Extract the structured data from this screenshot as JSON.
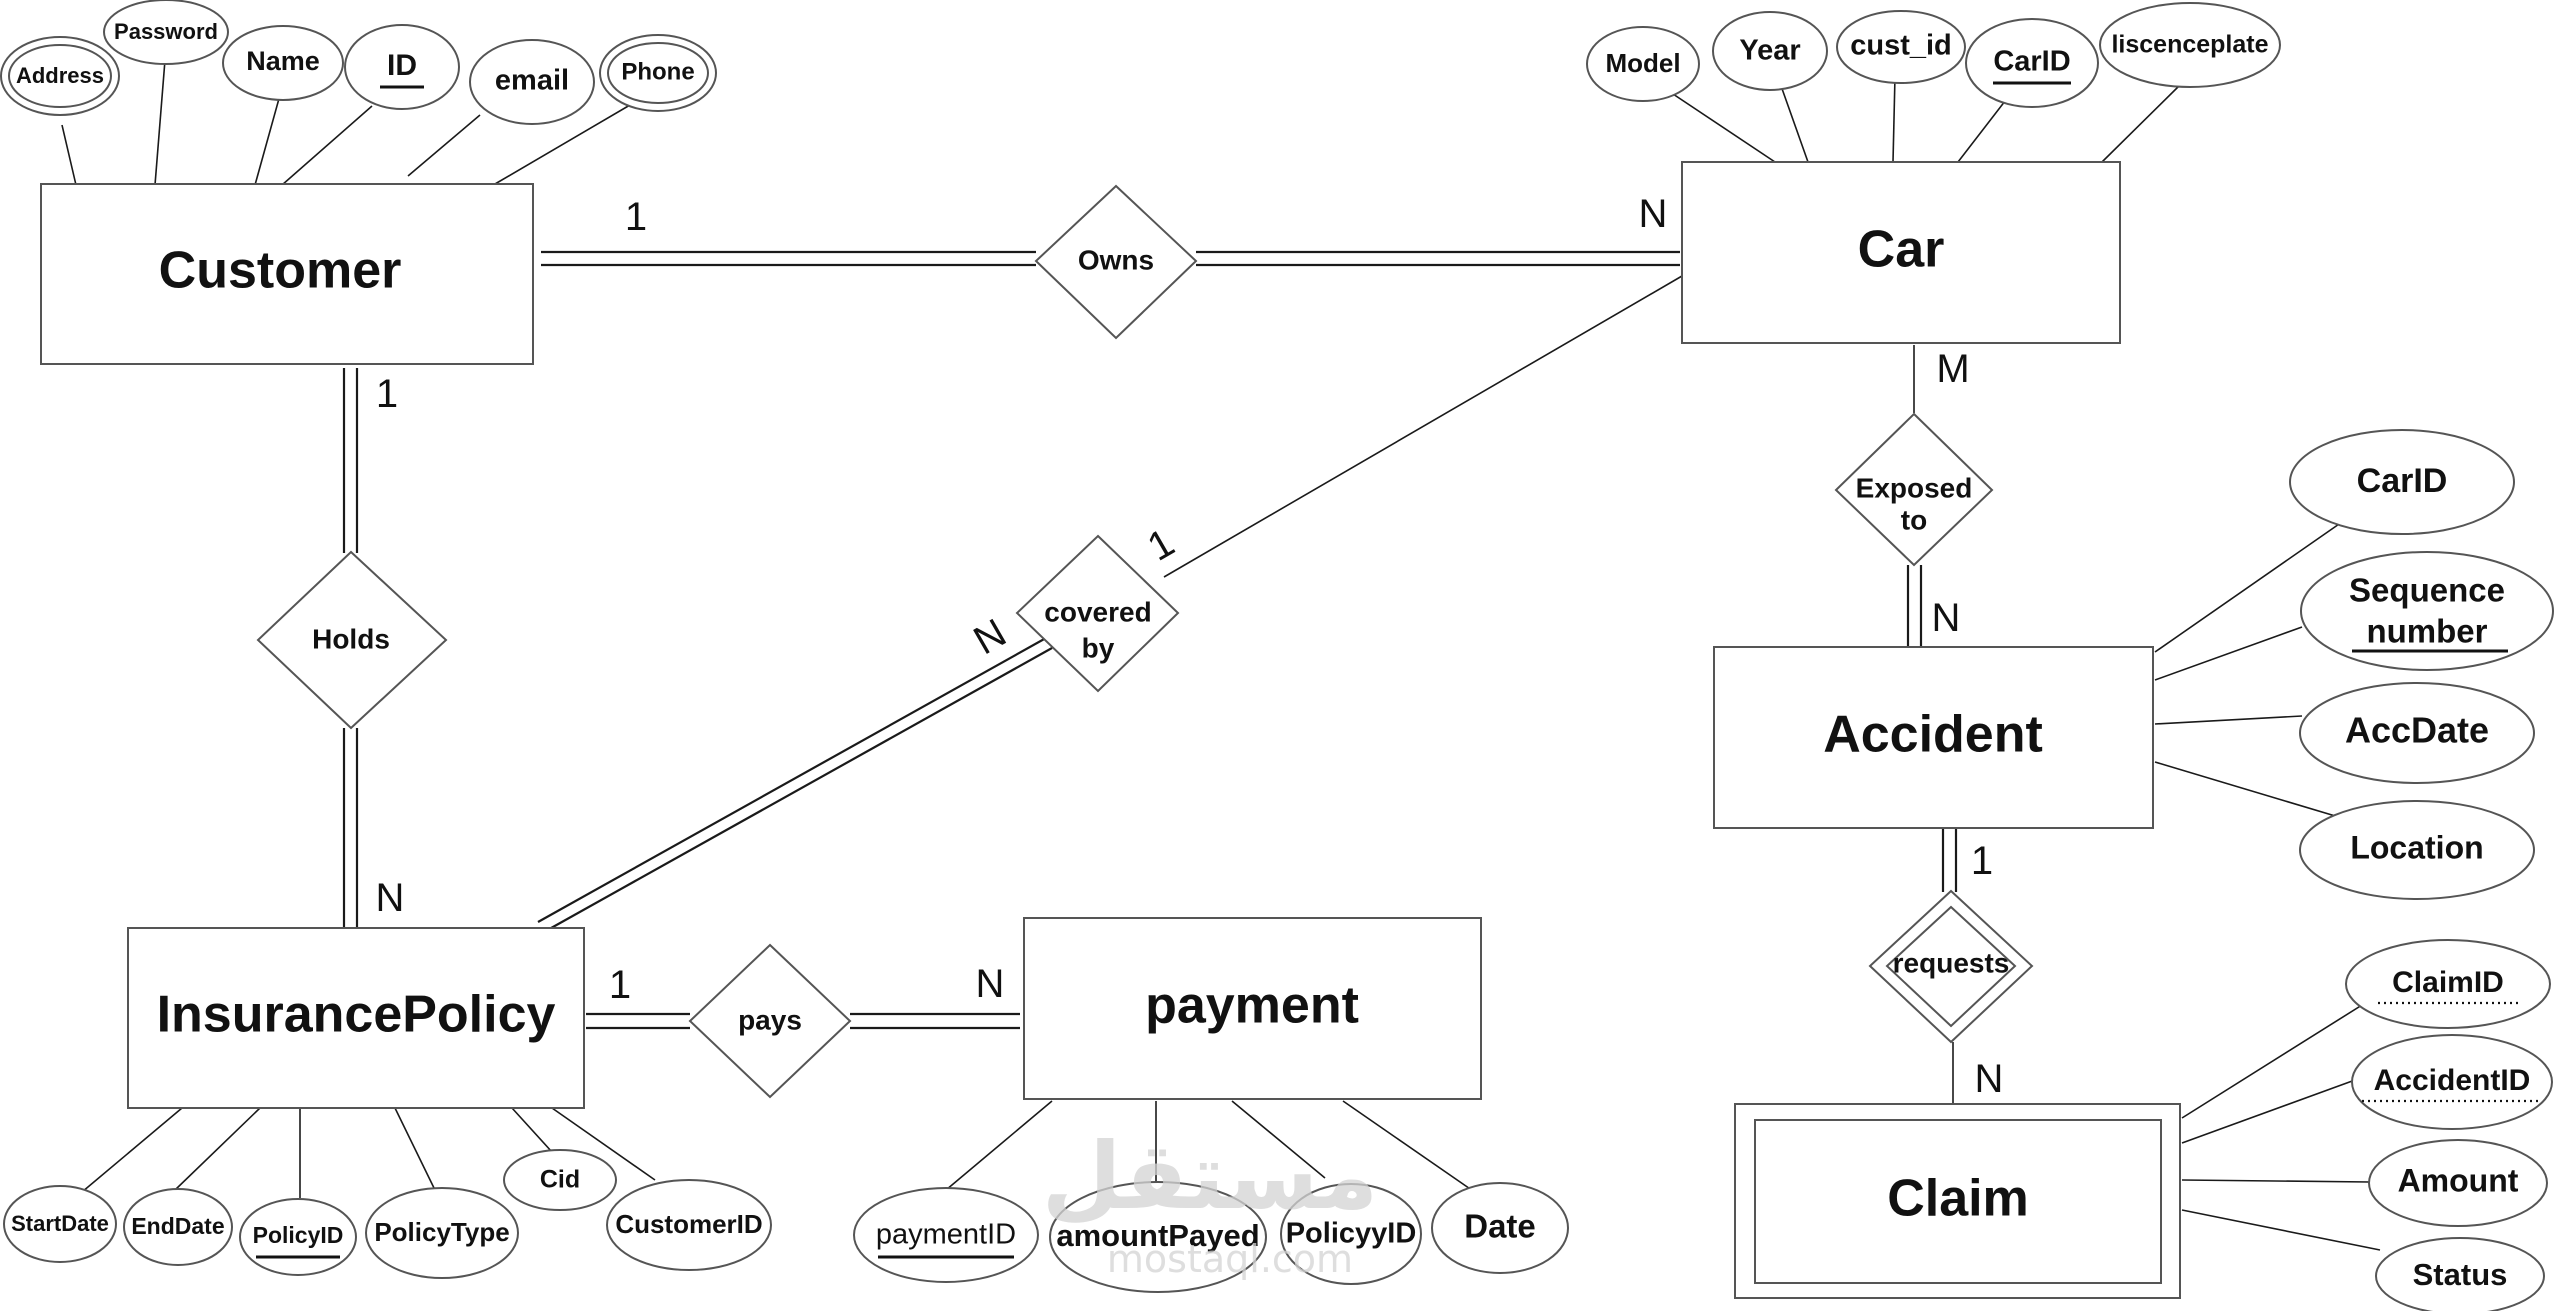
{
  "entities": {
    "customer": "Customer",
    "car": "Car",
    "insurance_policy": "InsurancePolicy",
    "payment": "payment",
    "accident": "Accident",
    "claim": "Claim"
  },
  "relationships": {
    "owns": "Owns",
    "holds": "Holds",
    "covered_by": [
      "covered",
      "by"
    ],
    "pays": "pays",
    "exposed_to": [
      "Exposed",
      "to"
    ],
    "requests": "requests"
  },
  "attributes": {
    "customer": [
      "Address",
      "Password",
      "Name",
      "ID",
      "email",
      "Phone"
    ],
    "car": [
      "Model",
      "Year",
      "cust_id",
      "CarID",
      "liscenceplate"
    ],
    "insurance_policy": [
      "StartDate",
      "EndDate",
      "PolicyID",
      "PolicyType",
      "Cid",
      "CustomerID"
    ],
    "payment": [
      "paymentID",
      "amountPayed",
      "PolicyyID",
      "Date"
    ],
    "accident": [
      "CarID",
      "Sequence",
      "number",
      "AccDate",
      "Location"
    ],
    "claim": [
      "ClaimID",
      "AccidentID",
      "Amount",
      "Status"
    ]
  },
  "cardinalities": {
    "customer_owns": "1",
    "owns_car": "N",
    "customer_holds": "1",
    "holds_policy": "N",
    "car_covered": "1",
    "covered_policy": "N",
    "policy_pays": "1",
    "pays_payment": "N",
    "car_exposed": "M",
    "exposed_accident": "N",
    "accident_requests": "1",
    "requests_claim": "N"
  },
  "watermark": {
    "arabic": "مستقل",
    "latin": "mostaql.com"
  }
}
